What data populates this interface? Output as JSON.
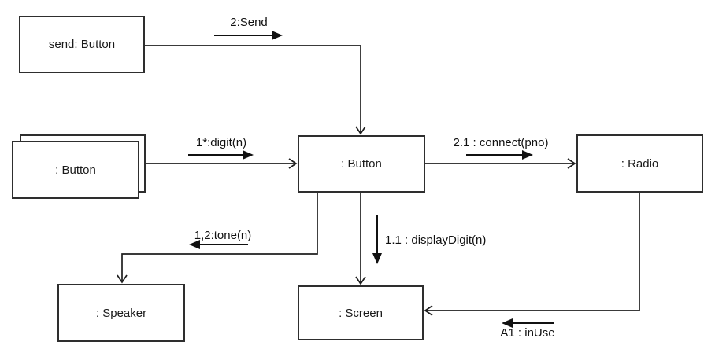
{
  "nodes": {
    "send_button": {
      "label": "send: Button"
    },
    "button_array": {
      "label": ": Button",
      "stacked": true
    },
    "button": {
      "label": ": Button"
    },
    "radio": {
      "label": ": Radio"
    },
    "speaker": {
      "label": ": Speaker"
    },
    "screen": {
      "label": ": Screen"
    }
  },
  "messages": {
    "send": {
      "label": "2:Send",
      "direction": "right"
    },
    "digit": {
      "label": "1*:digit(n)",
      "direction": "right"
    },
    "connect": {
      "label": "2.1 : connect(pno)",
      "direction": "right"
    },
    "display_digit": {
      "label": "1.1 : displayDigit(n)",
      "direction": "down"
    },
    "tone": {
      "label": "1,2:tone(n)",
      "direction": "left"
    },
    "in_use": {
      "label": "A1 : inUse",
      "direction": "left"
    }
  },
  "colors": {
    "background": "#ffffff",
    "line": "#1f1f1f",
    "box_border": "#2e2e2e",
    "text": "#000000"
  }
}
